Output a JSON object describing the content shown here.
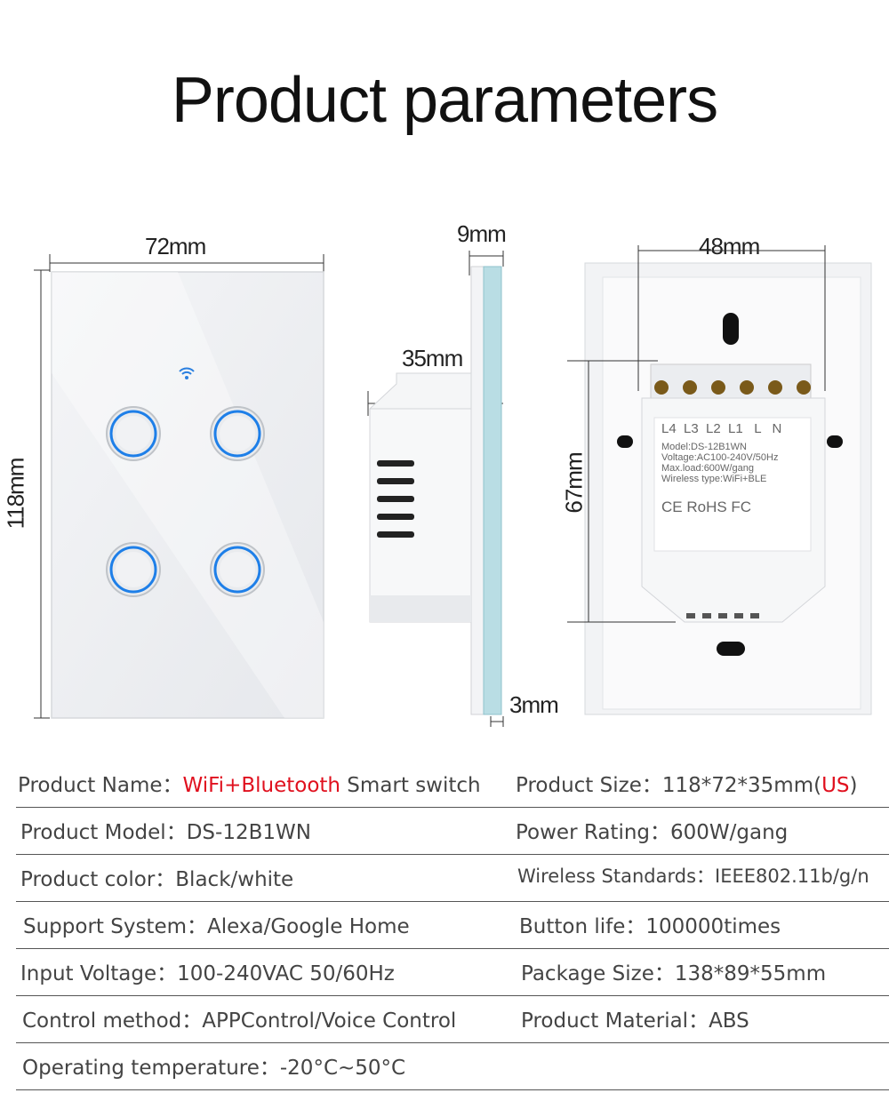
{
  "title": "Product parameters",
  "dimensions": {
    "front_width": "72mm",
    "front_height": "118mm",
    "side_depth_panel": "9mm",
    "side_depth_box": "35mm",
    "side_glass": "3mm",
    "back_width": "48mm",
    "back_height": "67mm"
  },
  "back_label": {
    "terminals": "L4  L3  L2  L1   L   N",
    "model": "Model:DS-12B1WN",
    "voltage": "Voltage:AC100-240V/50Hz",
    "maxload": "Max.load:600W/gang",
    "wireless": "Wireless type:WiFi+BLE",
    "certs": "CE RoHS FC"
  },
  "specs": [
    {
      "left_label": "Product Name：",
      "left_value_red": "WiFi+Bluetooth",
      "left_value": " Smart switch",
      "right_label": "Product Size：",
      "right_value": "118*72*35mm(",
      "right_red": "US",
      "right_tail": ")"
    },
    {
      "left_label": "Product Model：",
      "left_value": "DS-12B1WN",
      "right_label": "Power Rating：",
      "right_value": "600W/gang"
    },
    {
      "left_label": "Product color：",
      "left_value": "Black/white",
      "right_label": "Wireless Standards：",
      "right_value": "IEEE802.11b/g/n"
    },
    {
      "left_label": "Support System：",
      "left_value": "Alexa/Google Home",
      "right_label": "Button life：",
      "right_value": "100000times"
    },
    {
      "left_label": "Input Voltage：",
      "left_value": "100-240VAC 50/60Hz",
      "right_label": "Package Size：",
      "right_value": "138*89*55mm"
    },
    {
      "left_label": "Control method：",
      "left_value": "APPControl/Voice Control",
      "right_label": "Product Material：",
      "right_value": "ABS"
    },
    {
      "left_label": "Operating temperature：",
      "left_value": "-20°C~50°C"
    }
  ]
}
